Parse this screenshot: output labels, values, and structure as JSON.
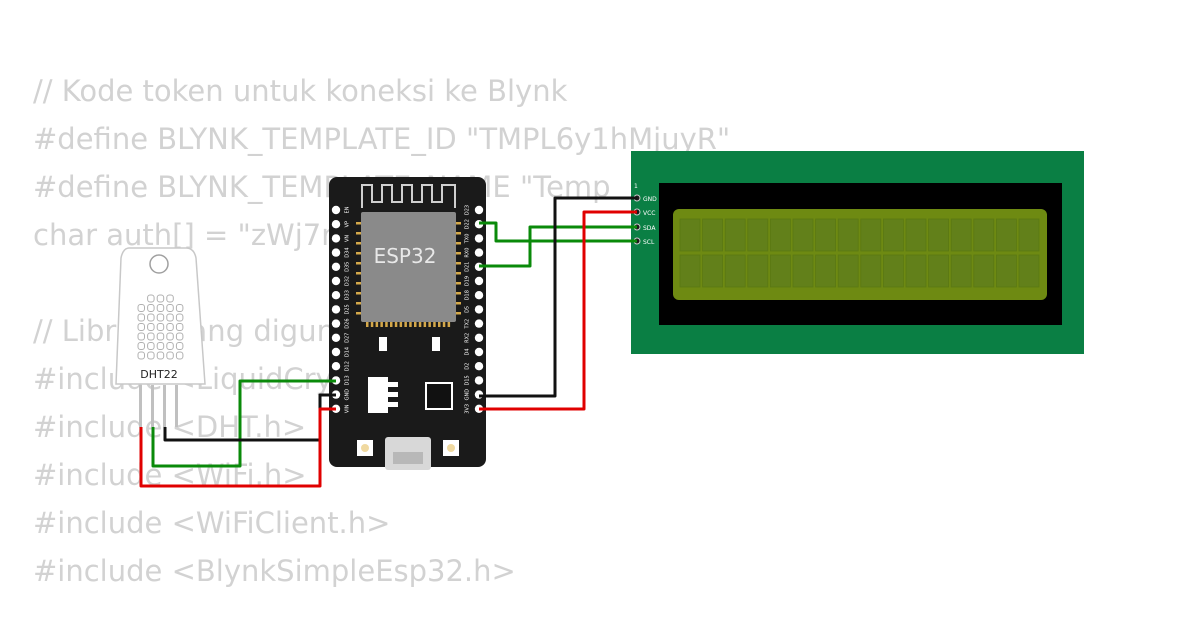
{
  "code_lines": [
    "// Kode token untuk koneksi ke Blynk",
    "#define BLYNK_TEMPLATE_ID \"TMPL6y1hMjuyR\"",
    "#define BLYNK_TEMPLATE_NAME \"Temp",
    "char auth[] = \"zWj7r",
    "",
    "// Library yang digun",
    "#include <LiquidCry",
    "#include <DHT.h>",
    "#include <WiFi.h>",
    "#include <WiFiClient.h>",
    "#include <BlynkSimpleEsp32.h>"
  ],
  "esp32": {
    "label": "ESP32",
    "left_pins": [
      "EN",
      "VP",
      "VN",
      "D34",
      "D35",
      "D32",
      "D33",
      "D25",
      "D26",
      "D27",
      "D14",
      "D12",
      "D13",
      "GND",
      "VIN"
    ],
    "right_pins": [
      "D23",
      "D22",
      "TX0",
      "RX0",
      "D21",
      "D19",
      "D18",
      "D5",
      "TX2",
      "RX2",
      "D4",
      "D2",
      "D15",
      "GND",
      "3V3"
    ]
  },
  "dht22": {
    "label": "DHT22"
  },
  "lcd": {
    "pin1_marker": "1",
    "pins": [
      "GND",
      "VCC",
      "SDA",
      "SCL"
    ]
  },
  "colors": {
    "code_text": "#d2d2d2",
    "esp32_board": "#1a1a1a",
    "esp32_chip": "#8a8a8a",
    "lcd_pcb": "#0a7f44",
    "lcd_screen": "#6e8a12",
    "wire_green": "#0a8a0a",
    "wire_black": "#111111",
    "wire_red": "#e00000"
  }
}
